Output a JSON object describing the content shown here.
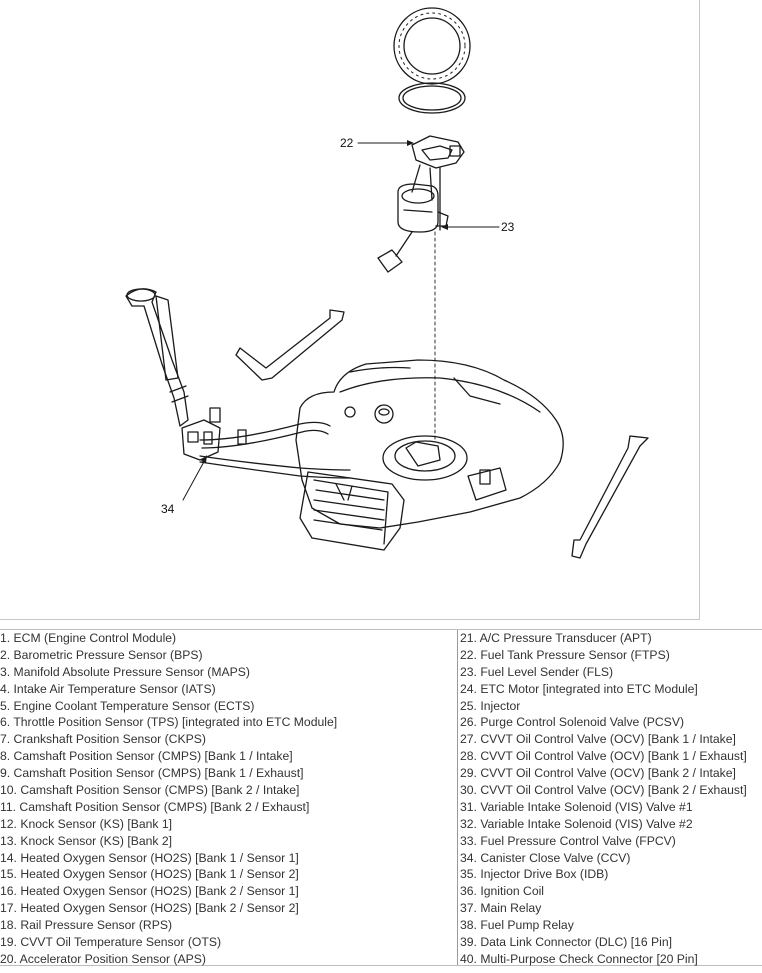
{
  "diagram": {
    "callouts": {
      "c22": "22",
      "c23": "23",
      "c34": "34"
    }
  },
  "legend": {
    "left": [
      "1. ECM (Engine Control Module)",
      "2. Barometric Pressure Sensor (BPS)",
      "3. Manifold Absolute Pressure Sensor (MAPS)",
      "4. Intake Air Temperature Sensor (IATS)",
      "5. Engine Coolant Temperature Sensor (ECTS)",
      "6. Throttle Position Sensor (TPS) [integrated into ETC Module]",
      "7. Crankshaft Position Sensor (CKPS)",
      "8. Camshaft Position Sensor (CMPS) [Bank 1 / Intake]",
      "9. Camshaft Position Sensor (CMPS) [Bank 1 / Exhaust]",
      "10. Camshaft Position Sensor (CMPS) [Bank 2 / Intake]",
      "11. Camshaft Position Sensor (CMPS) [Bank 2 / Exhaust]",
      "12. Knock Sensor (KS) [Bank 1]",
      "13. Knock Sensor (KS) [Bank 2]",
      "14. Heated Oxygen Sensor (HO2S) [Bank 1 / Sensor 1]",
      "15. Heated Oxygen Sensor (HO2S) [Bank 1 / Sensor 2]",
      "16. Heated Oxygen Sensor (HO2S) [Bank 2 / Sensor 1]",
      "17. Heated Oxygen Sensor (HO2S) [Bank 2 / Sensor 2]",
      "18. Rail Pressure Sensor (RPS)",
      "19. CVVT Oil Temperature Sensor (OTS)",
      "20. Accelerator Position Sensor (APS)"
    ],
    "right": [
      "21. A/C Pressure Transducer (APT)",
      "22. Fuel Tank Pressure Sensor (FTPS)",
      "23. Fuel Level Sender (FLS)",
      "24. ETC Motor [integrated into ETC Module]",
      "25. Injector",
      "26. Purge Control Solenoid Valve (PCSV)",
      "27. CVVT Oil Control Valve (OCV) [Bank 1 / Intake]",
      "28. CVVT Oil Control Valve (OCV) [Bank 1 / Exhaust]",
      "29. CVVT Oil Control Valve (OCV) [Bank 2 / Intake]",
      "30. CVVT Oil Control Valve (OCV) [Bank 2 / Exhaust]",
      "31. Variable Intake Solenoid (VIS) Valve #1",
      "32. Variable Intake Solenoid (VIS) Valve #2",
      "33. Fuel Pressure Control Valve (FPCV)",
      "34. Canister Close Valve (CCV)",
      "35. Injector Drive Box (IDB)",
      "36. Ignition Coil",
      "37. Main Relay",
      "38. Fuel Pump Relay",
      "39. Data Link Connector (DLC) [16 Pin]",
      "40. Multi-Purpose Check Connector [20 Pin]"
    ]
  }
}
